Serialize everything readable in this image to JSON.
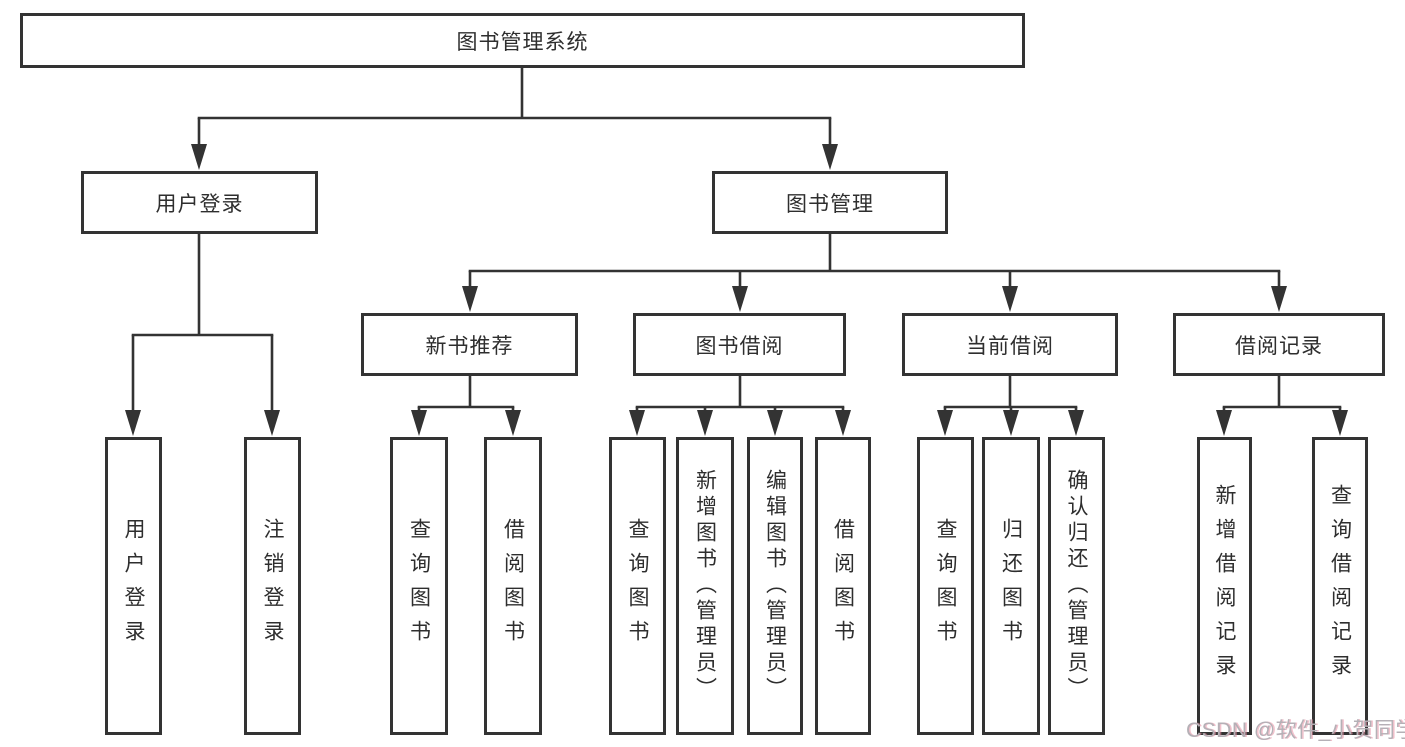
{
  "title": "图书管理系统",
  "nodes": {
    "root": {
      "label": "图书管理系统"
    },
    "level2": [
      {
        "label": "用户登录"
      },
      {
        "label": "图书管理"
      }
    ],
    "level3": [
      {
        "label": "新书推荐"
      },
      {
        "label": "图书借阅"
      },
      {
        "label": "当前借阅"
      },
      {
        "label": "借阅记录"
      }
    ],
    "leaves": [
      {
        "label": "用户登录"
      },
      {
        "label": "注销登录"
      },
      {
        "label": "查询图书"
      },
      {
        "label": "借阅图书"
      },
      {
        "label": "查询图书"
      },
      {
        "label": "新增图书（管理员）"
      },
      {
        "label": "编辑图书（管理员）"
      },
      {
        "label": "借阅图书"
      },
      {
        "label": "查询图书"
      },
      {
        "label": "归还图书"
      },
      {
        "label": "确认归还（管理员）"
      },
      {
        "label": "新增借阅记录"
      },
      {
        "label": "查询借阅记录"
      }
    ]
  },
  "watermark": "CSDN @软件_小贺同学",
  "colors": {
    "line": "#333333",
    "text": "#2e2e2e",
    "watermark": "#b5b0b6"
  }
}
